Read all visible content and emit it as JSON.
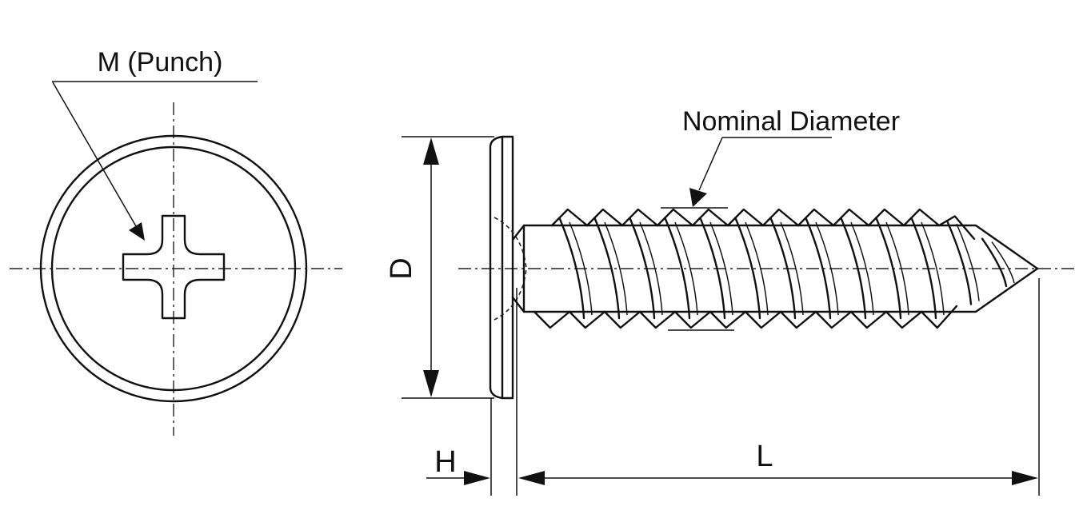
{
  "labels": {
    "punch": "M (Punch)",
    "nominal_diameter": "Nominal Diameter",
    "head_diameter": "D",
    "head_height": "H",
    "length": "L"
  }
}
